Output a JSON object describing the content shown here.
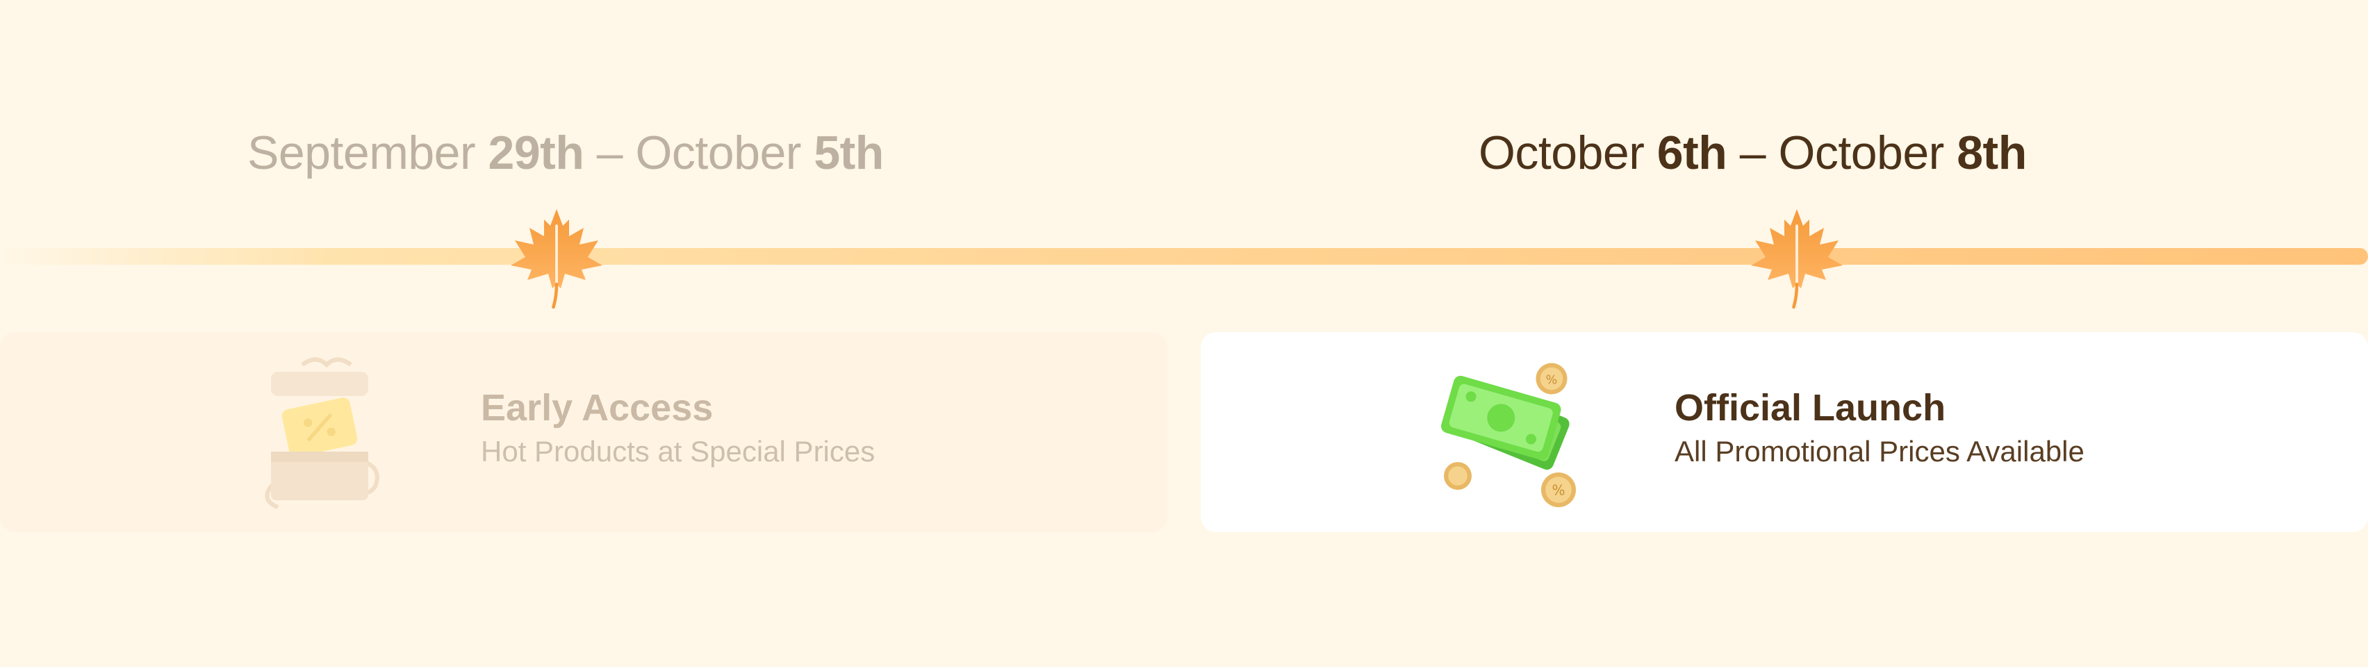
{
  "timeline": {
    "phases": [
      {
        "state": "upcoming",
        "date": {
          "start_month": "September",
          "start_day": "29th",
          "separator": "–",
          "end_month": "October",
          "end_day": "5th"
        },
        "title": "Early Access",
        "subtitle": "Hot Products at Special Prices",
        "icon": "gift-box-coupon-icon"
      },
      {
        "state": "active",
        "date": {
          "start_month": "October",
          "start_day": "6th",
          "separator": "–",
          "end_month": "October",
          "end_day": "8th"
        },
        "title": "Official Launch",
        "subtitle": "All Promotional Prices Available",
        "icon": "cash-coins-icon"
      }
    ],
    "marker_icon": "maple-leaf-icon"
  },
  "colors": {
    "background": "#fff7e7",
    "active_text": "#4b3219",
    "muted_text": "#bdb1a1",
    "timeline_bar": "#ffc37a",
    "leaf": "#f7a140"
  }
}
